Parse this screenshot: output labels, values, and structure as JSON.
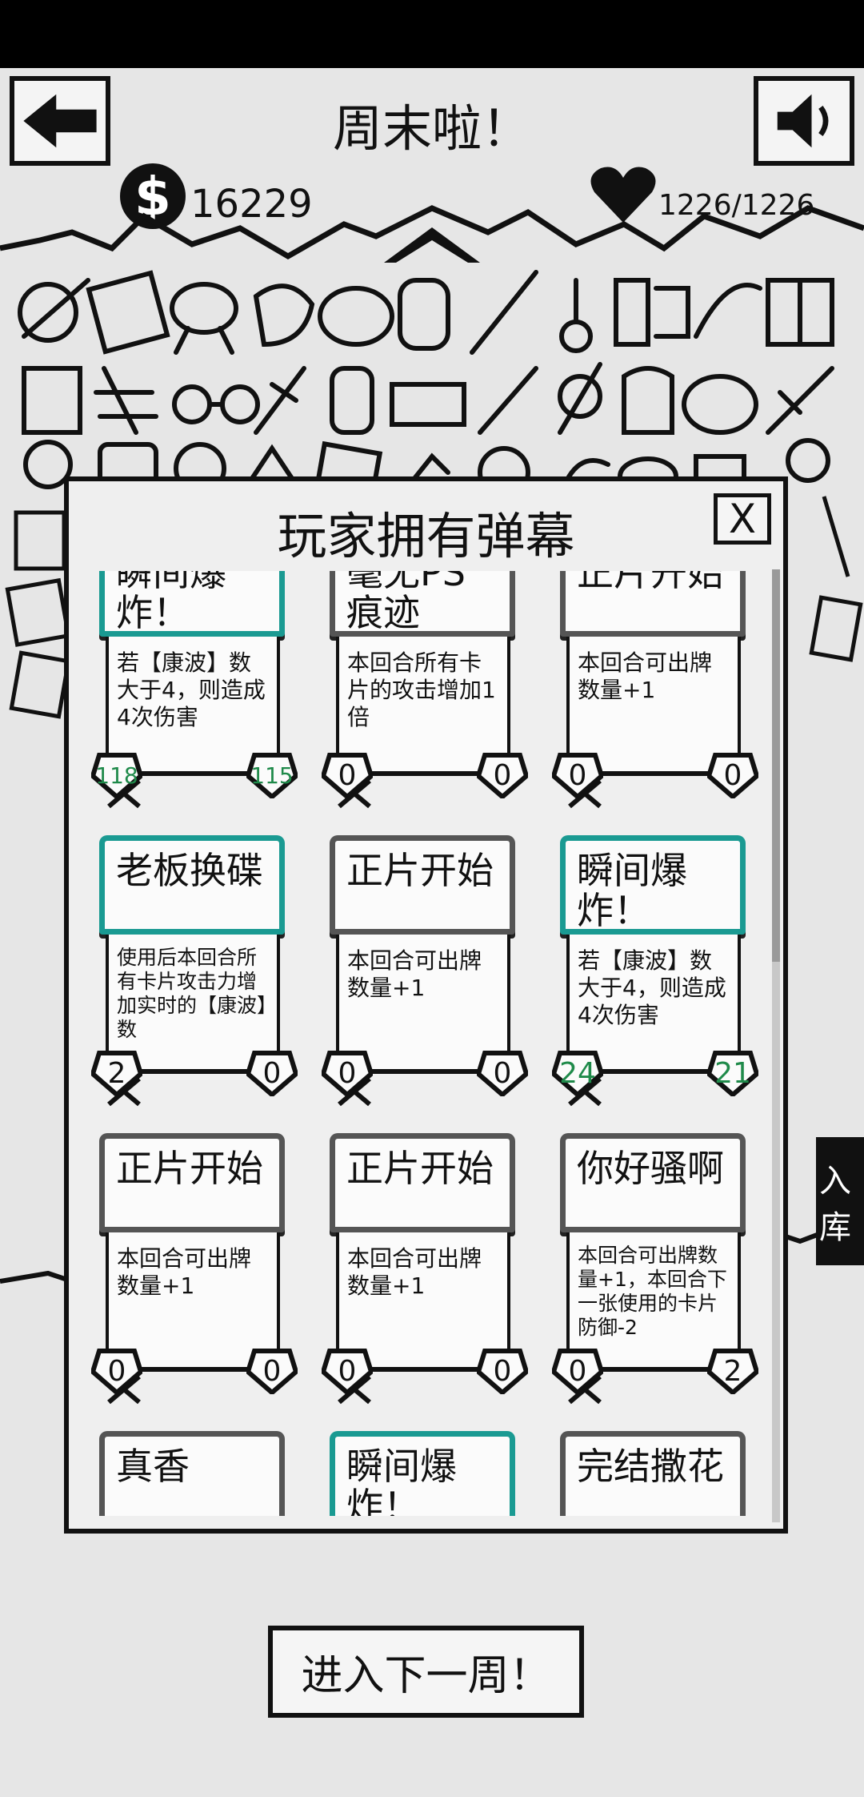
{
  "header": {
    "week_title": "周末啦！",
    "money": "16229",
    "coin_symbol": "$",
    "health": "1226/1226"
  },
  "modal": {
    "title": "玩家拥有弹幕",
    "close_label": "X"
  },
  "side_library_label": [
    "入",
    "库"
  ],
  "cards": [
    {
      "title": "瞬间爆炸！",
      "desc": "若【康波】数大于4，则造成4次伤害",
      "atk": "118",
      "def": "115",
      "border": "teal",
      "stat_color": "green"
    },
    {
      "title": "毫无PS痕迹",
      "desc": "本回合所有卡片的攻击增加1倍",
      "atk": "0",
      "def": "0",
      "border": "gray",
      "stat_color": "black"
    },
    {
      "title": "正片开始",
      "desc": "本回合可出牌数量+1",
      "atk": "0",
      "def": "0",
      "border": "gray",
      "stat_color": "black"
    },
    {
      "title": "老板换碟",
      "desc": "使用后本回合所有卡片攻击力增加实时的【康波】数",
      "atk": "2",
      "def": "0",
      "border": "teal",
      "stat_color": "black"
    },
    {
      "title": "正片开始",
      "desc": "本回合可出牌数量+1",
      "atk": "0",
      "def": "0",
      "border": "gray",
      "stat_color": "black"
    },
    {
      "title": "瞬间爆炸！",
      "desc": "若【康波】数大于4，则造成4次伤害",
      "atk": "24",
      "def": "21",
      "border": "teal",
      "stat_color": "green"
    },
    {
      "title": "正片开始",
      "desc": "本回合可出牌数量+1",
      "atk": "0",
      "def": "0",
      "border": "gray",
      "stat_color": "black"
    },
    {
      "title": "正片开始",
      "desc": "本回合可出牌数量+1",
      "atk": "0",
      "def": "0",
      "border": "gray",
      "stat_color": "black"
    },
    {
      "title": "你好骚啊",
      "desc": "本回合可出牌数量+1，本回合下一张使用的卡片防御-2",
      "atk": "0",
      "def": "2",
      "border": "gray",
      "stat_color": "black"
    },
    {
      "title": "真香",
      "desc": "",
      "atk": "",
      "def": "",
      "border": "gray",
      "stat_color": "black"
    },
    {
      "title": "瞬间爆炸！",
      "desc": "",
      "atk": "",
      "def": "",
      "border": "teal",
      "stat_color": "black"
    },
    {
      "title": "完结撒花",
      "desc": "",
      "atk": "",
      "def": "",
      "border": "gray",
      "stat_color": "black"
    }
  ],
  "next_button_label": "进入下一周！",
  "icons": [
    "back-arrow-icon",
    "sound-icon",
    "dollar-coin-icon",
    "heart-icon",
    "collapse-chevron-icon",
    "close-icon",
    "attack-shield-icon",
    "defense-shield-icon"
  ],
  "colors": {
    "teal_border": "#1a9a92",
    "green_stat": "#1f8a4a",
    "ink": "#111111"
  }
}
